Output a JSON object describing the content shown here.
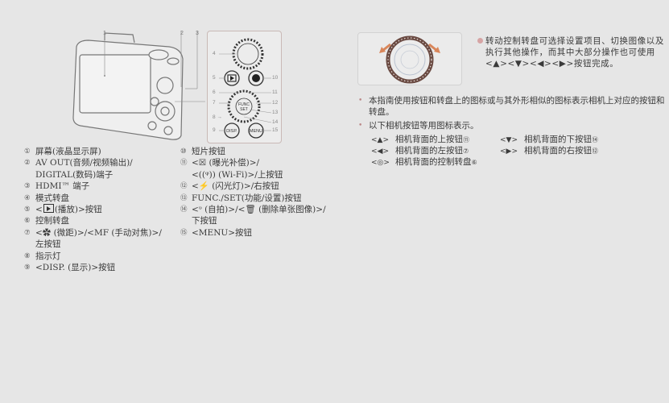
{
  "figure": {
    "callouts_top": [
      "1",
      "2",
      "3"
    ],
    "panel_numbers_left": [
      "4",
      "5",
      "6",
      "7",
      "8 →",
      "9"
    ],
    "panel_numbers_right": [
      "10",
      "11",
      "12",
      "13",
      "14",
      "15"
    ],
    "panel_buttons": {
      "disp": "DISP.",
      "menu": "MENU",
      "func": "FUNC SET"
    }
  },
  "parts_left": [
    {
      "num": "①",
      "lines": [
        "屏幕(液晶显示屏)"
      ]
    },
    {
      "num": "②",
      "lines": [
        "AV OUT(音频/视频输出)/",
        "DIGITAL(数码)端子"
      ]
    },
    {
      "num": "③",
      "lines": [
        "HDMI™ 端子"
      ]
    },
    {
      "num": "④",
      "lines": [
        "模式转盘"
      ]
    },
    {
      "num": "⑤",
      "prefix": "<",
      "icon": "playback-icon",
      "lines": [
        "(播放)>按钮"
      ]
    },
    {
      "num": "⑥",
      "lines": [
        "控制转盘"
      ]
    },
    {
      "num": "⑦",
      "lines": [
        "<✿ (微距)>/<MF (手动对焦)>/",
        "左按钮"
      ]
    },
    {
      "num": "⑧",
      "lines": [
        "指示灯"
      ]
    },
    {
      "num": "⑨",
      "lines": [
        "<DISP. (显示)>按钮"
      ]
    }
  ],
  "parts_right": [
    {
      "num": "⑩",
      "lines": [
        "短片按钮"
      ]
    },
    {
      "num": "⑪",
      "lines": [
        "<☒ (曝光补偿)>/",
        "<((ᵠ)) (Wi-Fi)>/上按钮"
      ]
    },
    {
      "num": "⑫",
      "lines": [
        "<⚡ (闪光灯)>/右按钮"
      ]
    },
    {
      "num": "⑬",
      "lines": [
        "FUNC./SET(功能/设置)按钮"
      ]
    },
    {
      "num": "⑭",
      "lines": [
        "<ᶹ (自拍)>/<🗑 (删除单张图像)>/",
        "下按钮"
      ]
    },
    {
      "num": "⑮",
      "lines": [
        "<MENU>按钮"
      ]
    }
  ],
  "note": "转动控制转盘可选择设置项目、切换图像以及执行其他操作，而其中大部分操作也可使用<▲><▼><◀><▶>按钮完成。",
  "bullets": [
    "本指南使用按钮和转盘上的图标或与其外形相似的图标表示相机上对应的按钮和转盘。",
    "以下相机按钮等用图标表示。"
  ],
  "icon_table": [
    {
      "sym": "<▲>",
      "text": "相机背面的上按钮",
      "ref": "⑪"
    },
    {
      "sym": "<▼>",
      "text": "相机背面的下按钮",
      "ref": "⑭"
    },
    {
      "sym": "<◀>",
      "text": "相机背面的左按钮",
      "ref": "⑦"
    },
    {
      "sym": "<▶>",
      "text": "相机背面的右按钮",
      "ref": "⑫"
    },
    {
      "sym": "<◎>",
      "text": "相机背面的控制转盘",
      "ref": "⑥"
    }
  ],
  "colors": {
    "background": "#e6e6e6",
    "accent_arrow": "#d9865a",
    "bullet": "#d6a4a4"
  }
}
